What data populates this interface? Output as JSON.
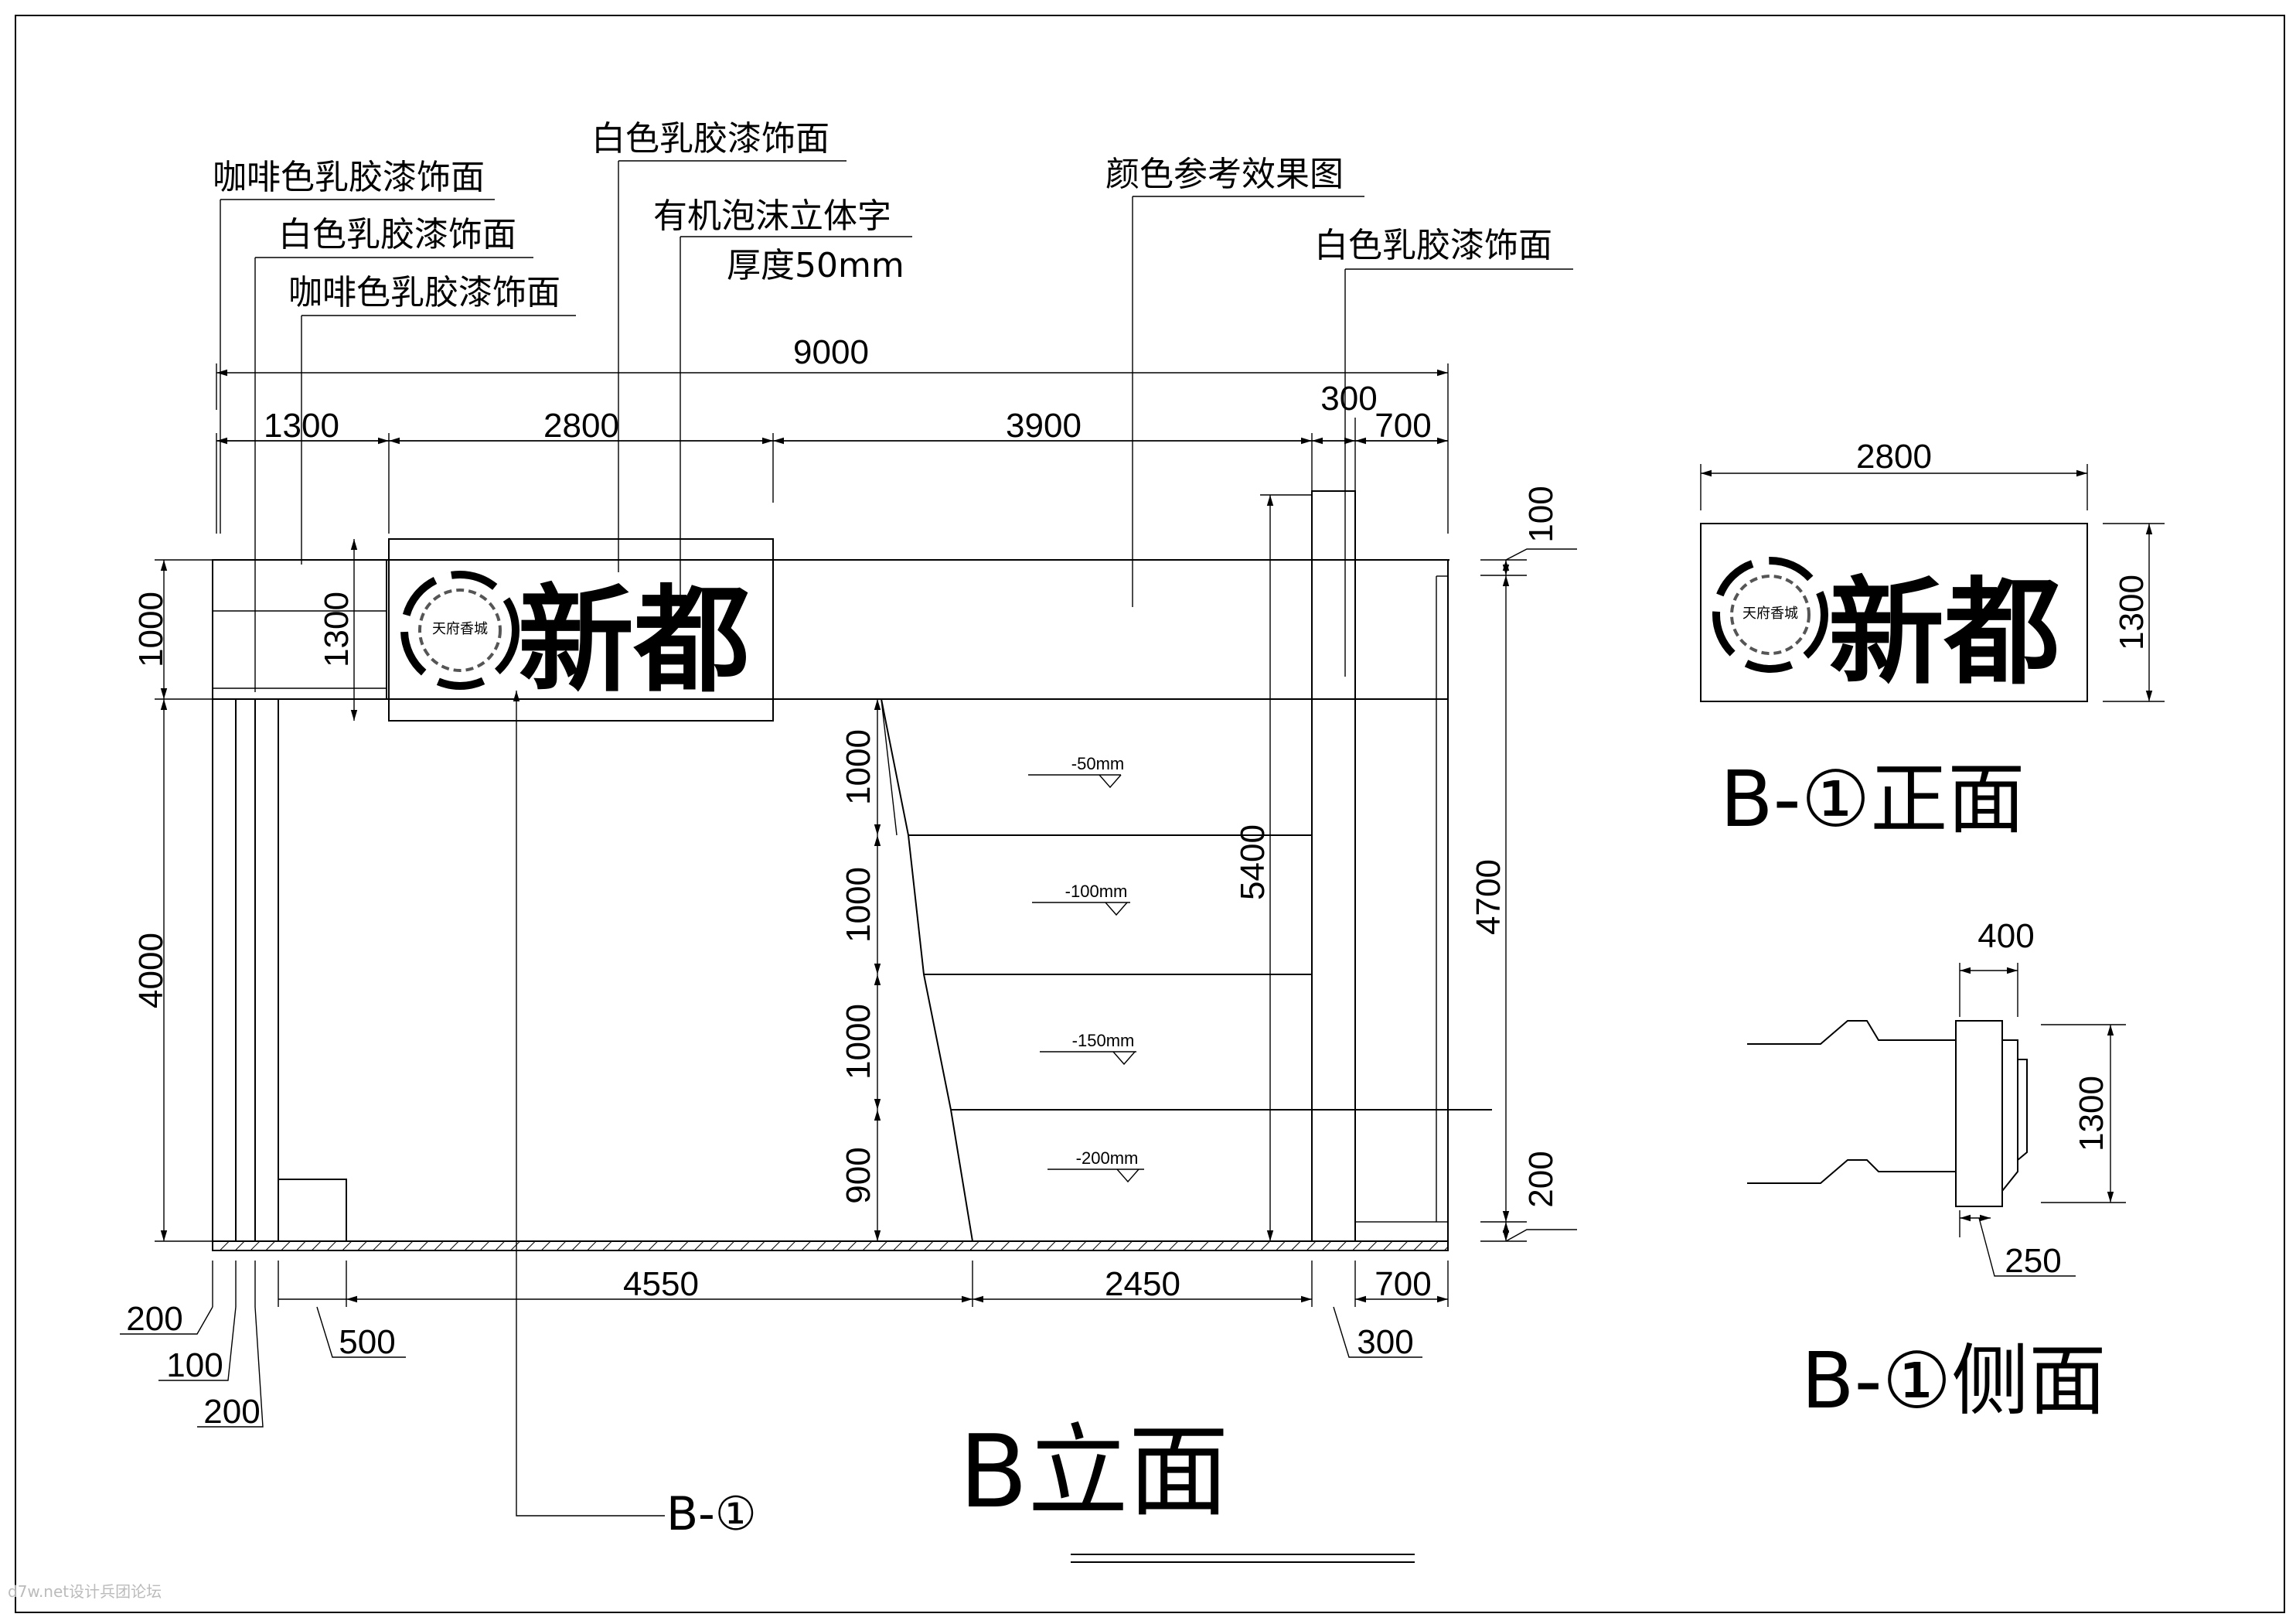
{
  "title_main": "B立面",
  "title_front": "B-①正面",
  "title_side": "B-①侧面",
  "callout_ref": "B-①",
  "watermark": "d7w.net设计兵团论坛",
  "annotations": {
    "coffee_top": "咖啡色乳胶漆饰面",
    "white_mid": "白色乳胶漆饰面",
    "coffee_low": "咖啡色乳胶漆饰面",
    "white_top": "白色乳胶漆饰面",
    "foam_line1": "有机泡沫立体字",
    "foam_line2": "厚度50mm",
    "color_ref": "颜色参考效果图",
    "white_right": "白色乳胶漆饰面"
  },
  "sign": {
    "brand": "新都",
    "emblem_text": "天府香城"
  },
  "dimensions": {
    "overall": "9000",
    "top_segments": [
      "1300",
      "2800",
      "3900",
      "300",
      "700"
    ],
    "left_heights": [
      "1000",
      "4000"
    ],
    "sign_height": "1300",
    "step_heights": [
      "1000",
      "1000",
      "1000",
      "900"
    ],
    "step_offsets": [
      "-50mm",
      "-100mm",
      "-150mm",
      "-200mm"
    ],
    "center_height": "5400",
    "right_heights": [
      "100",
      "4700",
      "200"
    ],
    "bottom_segments": [
      "4550",
      "2450",
      "700"
    ],
    "bottom_small": [
      "200",
      "100",
      "200",
      "500",
      "300"
    ],
    "front_width": "2800",
    "front_height": "1300",
    "side_width": "400",
    "side_height": "1300",
    "side_bottom": "250"
  }
}
